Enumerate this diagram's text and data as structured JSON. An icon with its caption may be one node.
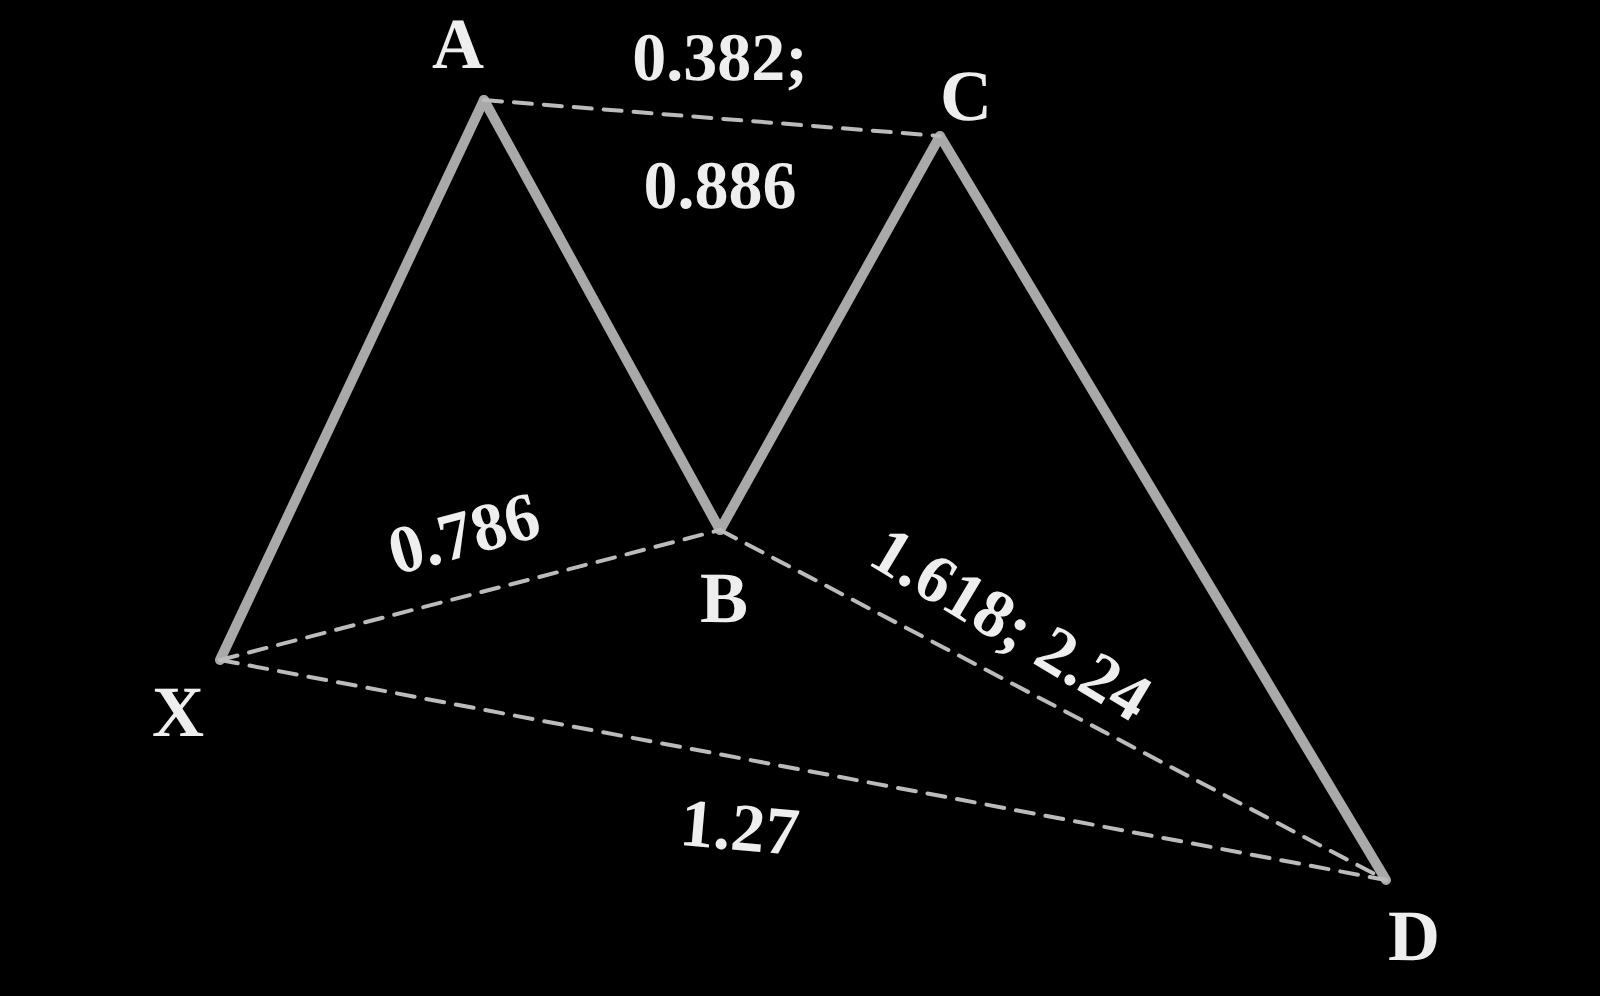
{
  "diagram": {
    "nodes": [
      {
        "text": [
          "X"
        ]
      },
      {
        "text": [
          "A"
        ]
      },
      {
        "text": [
          "B"
        ]
      },
      {
        "text": [
          "C"
        ]
      },
      {
        "text": [
          "D"
        ]
      }
    ],
    "edges": [
      {
        "from": 0,
        "to": 1,
        "arrow": "none",
        "style": "thick"
      },
      {
        "from": 1,
        "to": 2,
        "arrow": "none",
        "style": "thick"
      },
      {
        "from": 2,
        "to": 3,
        "arrow": "none",
        "style": "thick"
      },
      {
        "from": 3,
        "to": 4,
        "arrow": "none",
        "style": "thick"
      },
      {
        "from": 1,
        "to": 3,
        "arrow": "none",
        "style": "dashed",
        "label": "0.382; 0.886"
      },
      {
        "from": 0,
        "to": 2,
        "arrow": "none",
        "style": "dashed",
        "label": "0.786"
      },
      {
        "from": 2,
        "to": 4,
        "arrow": "none",
        "style": "dashed",
        "label": "1.618; 2.24"
      },
      {
        "from": 0,
        "to": 4,
        "arrow": "none",
        "style": "dashed",
        "label": "1.27"
      }
    ]
  }
}
